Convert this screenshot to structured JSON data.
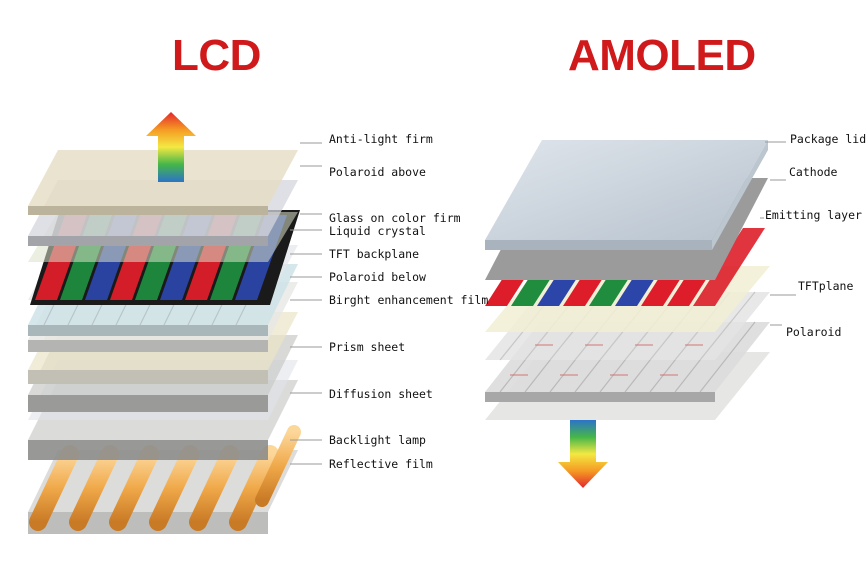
{
  "colors": {
    "title": "#d0191b",
    "red_subpixel": "#dd1e2a",
    "green_subpixel": "#1f8c3e",
    "blue_subpixel": "#2b46a8",
    "backlight_lamp": "#f0a94a",
    "leader_line": "#9a9a9a"
  },
  "lcd": {
    "title": "LCD",
    "light_arrow_icon": "rainbow-arrow-up-icon",
    "labels": [
      "Anti-light firm",
      "Polaroid above",
      "Glass on color firm",
      "Liquid crystal",
      "TFT backplane",
      "Polaroid below",
      "Birght enhancement film",
      "Prism sheet",
      "Diffusion sheet",
      "Backlight lamp",
      "Reflective film"
    ]
  },
  "amoled": {
    "title": "AMOLED",
    "light_arrow_icon": "rainbow-arrow-down-icon",
    "labels": [
      "Package lid",
      "Cathode",
      "Emitting layer",
      "TFTplane",
      "Polaroid"
    ]
  }
}
